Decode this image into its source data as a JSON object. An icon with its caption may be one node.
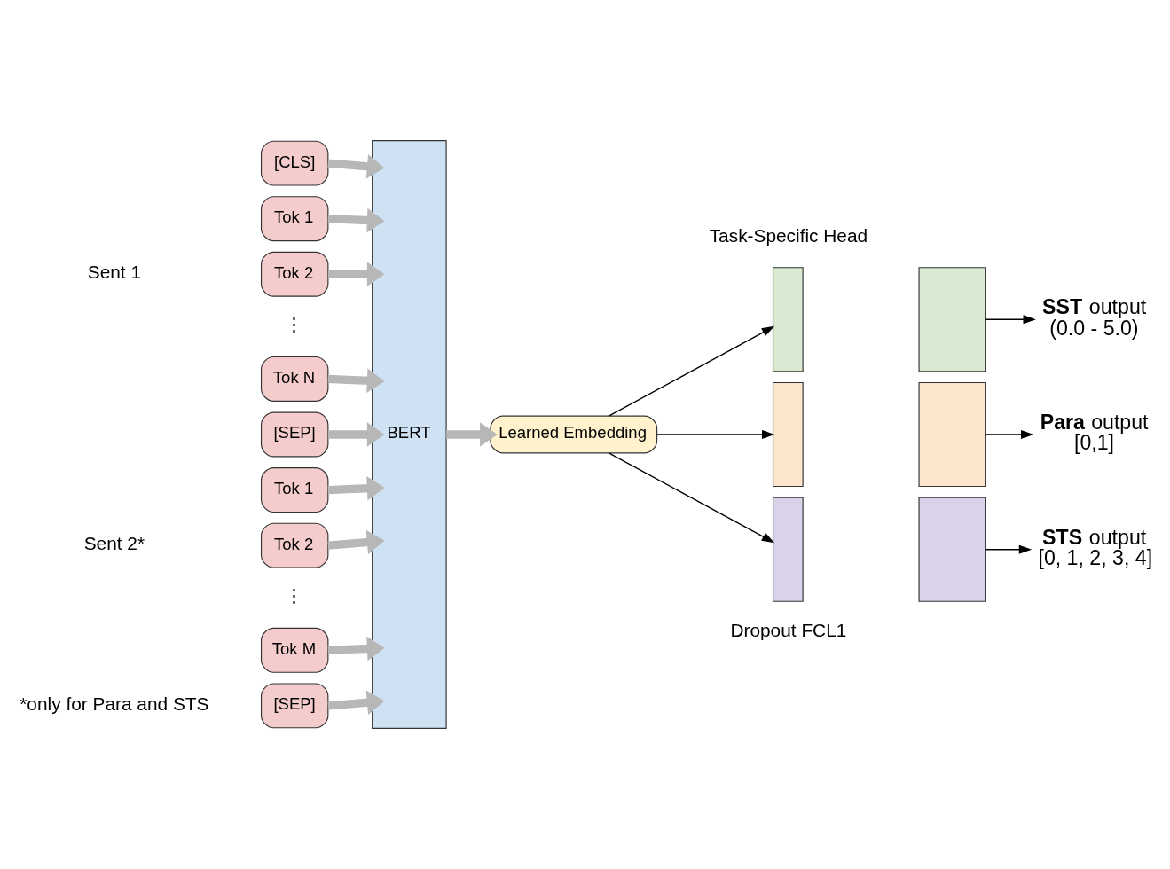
{
  "diagram": {
    "nodes": [
      {
        "text": [
          "[CLS]"
        ]
      },
      {
        "text": [
          "Tok 1"
        ]
      },
      {
        "text": [
          "Tok 2"
        ]
      },
      {
        "text": [
          "Tok N"
        ]
      },
      {
        "text": [
          "[SEP]"
        ]
      },
      {
        "text": [
          "Tok 1"
        ]
      },
      {
        "text": [
          "Tok 2"
        ]
      },
      {
        "text": [
          "Tok M"
        ]
      },
      {
        "text": [
          "[SEP]"
        ]
      },
      {
        "text": [
          "BERT"
        ]
      },
      {
        "text": [
          "Learned Embedding"
        ]
      },
      {
        "text": [],
        "shape": "box"
      },
      {
        "text": [],
        "shape": "box"
      },
      {
        "text": [],
        "shape": "box"
      },
      {
        "text": [],
        "shape": "box"
      },
      {
        "text": [],
        "shape": "box"
      },
      {
        "text": [],
        "shape": "box"
      },
      {
        "text": [
          "**SST** output",
          "(0.0 - 5.0)"
        ]
      },
      {
        "text": [
          "**Para** output",
          "[0,1]"
        ]
      },
      {
        "text": [
          "**STS** output",
          "[0, 1, 2, 3, 4]"
        ]
      }
    ],
    "edges": [
      {
        "from": 0,
        "to": 9,
        "arrow": "to"
      },
      {
        "from": 1,
        "to": 9,
        "arrow": "to"
      },
      {
        "from": 2,
        "to": 9,
        "arrow": "to"
      },
      {
        "from": 3,
        "to": 9,
        "arrow": "to"
      },
      {
        "from": 4,
        "to": 9,
        "arrow": "to"
      },
      {
        "from": 5,
        "to": 9,
        "arrow": "to"
      },
      {
        "from": 6,
        "to": 9,
        "arrow": "to"
      },
      {
        "from": 7,
        "to": 9,
        "arrow": "to"
      },
      {
        "from": 8,
        "to": 9,
        "arrow": "to"
      },
      {
        "from": 9,
        "to": 10,
        "arrow": "to"
      },
      {
        "from": 10,
        "to": 11,
        "arrow": "to",
        "color": "#000000"
      },
      {
        "from": 10,
        "to": 13,
        "arrow": "to",
        "color": "#000000"
      },
      {
        "from": 10,
        "to": 15,
        "arrow": "to",
        "color": "#000000"
      },
      {
        "from": 12,
        "to": 17,
        "arrow": "to",
        "color": "#000000"
      },
      {
        "from": 14,
        "to": 18,
        "arrow": "to",
        "color": "#000000"
      },
      {
        "from": 16,
        "to": 19,
        "arrow": "to",
        "color": "#000000"
      }
    ],
    "labels": [
      "Sent 1",
      "⋮",
      "Sent 2*",
      "⋮",
      "Task-Specific Head",
      "Dropout FCL1",
      "*only for Para and STS"
    ]
  }
}
